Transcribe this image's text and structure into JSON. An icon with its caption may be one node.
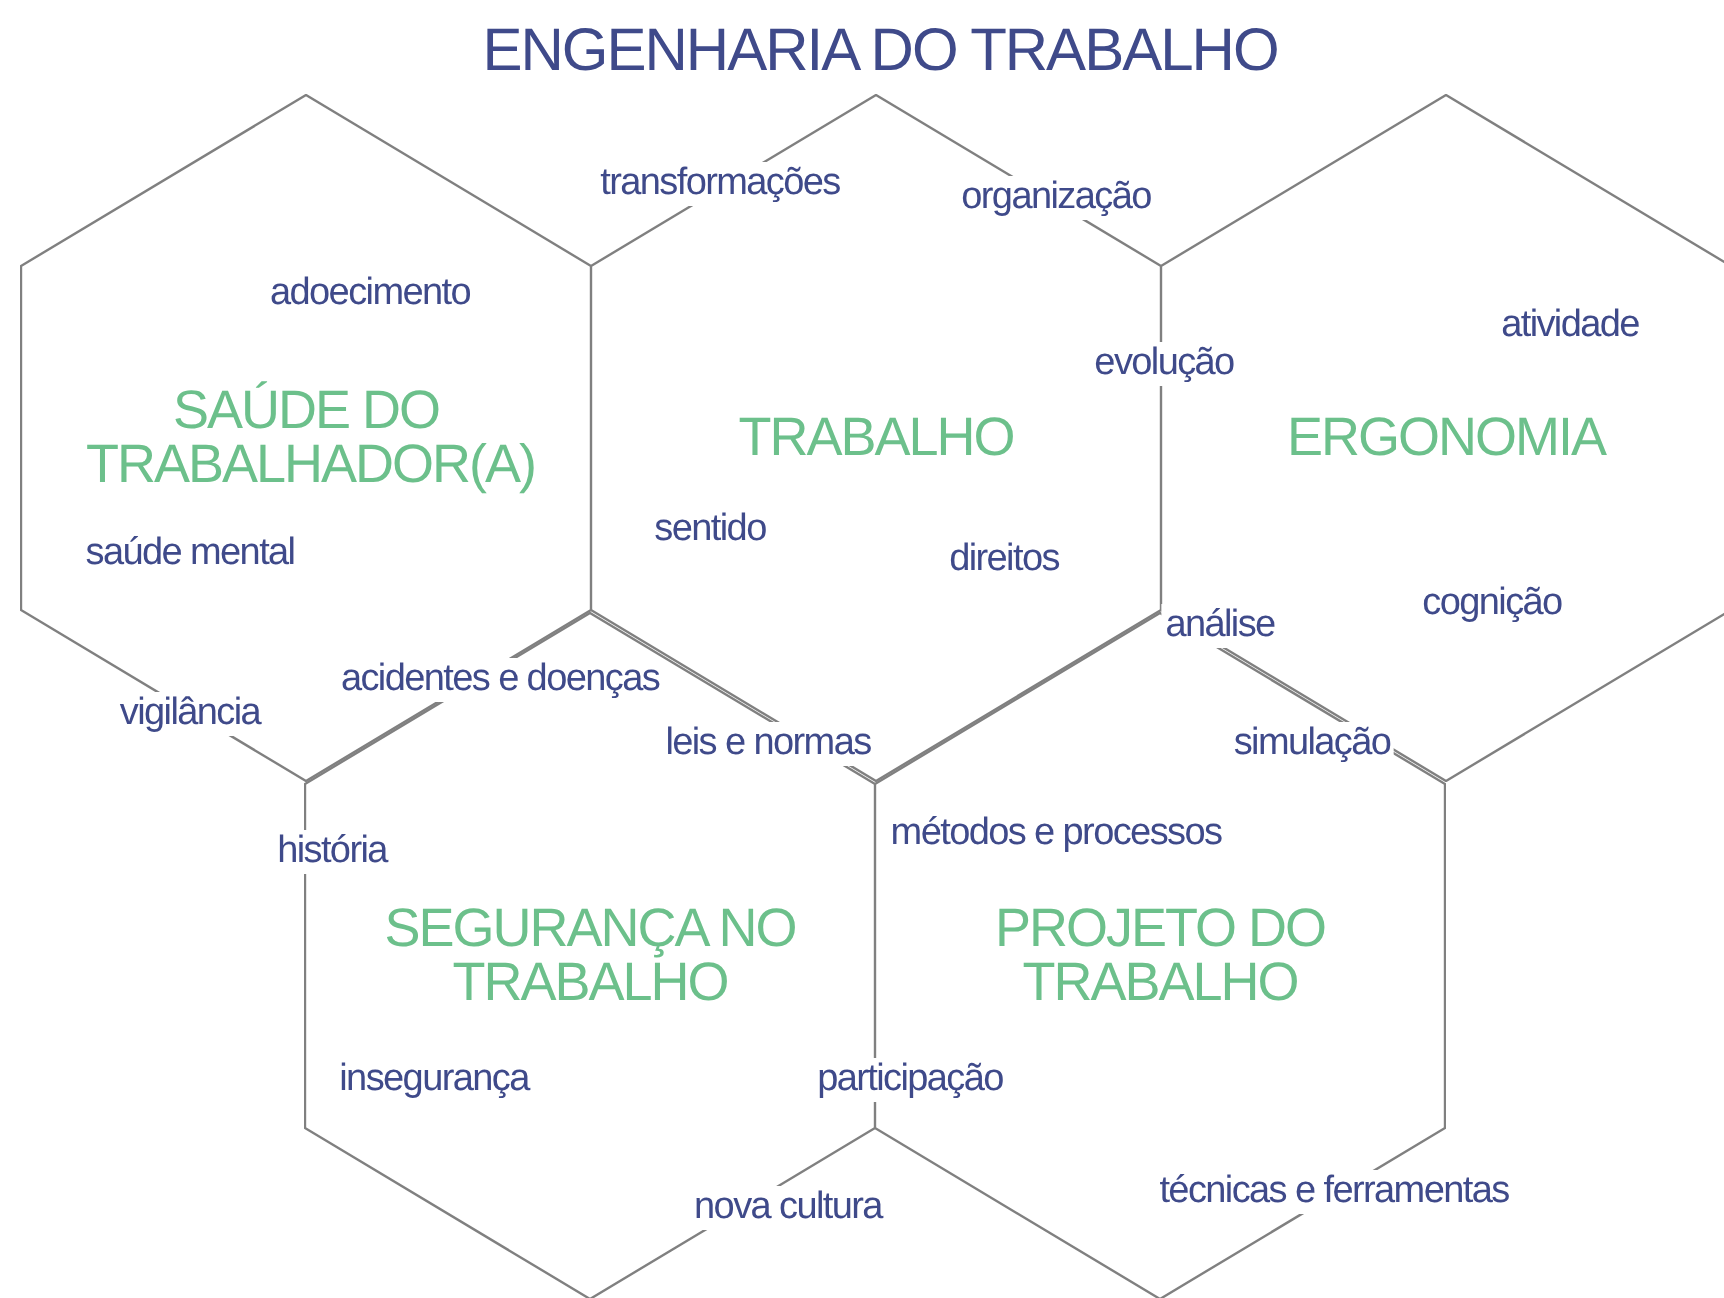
{
  "diagram": {
    "title": "ENGENHARIA DO TRABALHO",
    "nodes": [
      {
        "text": [
          "SAÚDE DO TRABALHADOR(A)"
        ]
      },
      {
        "text": [
          "TRABALHO"
        ]
      },
      {
        "text": [
          "ERGONOMIA"
        ]
      },
      {
        "text": [
          "SEGURANÇA NO TRABALHO"
        ]
      },
      {
        "text": [
          "PROJETO DO TRABALHO"
        ]
      }
    ],
    "labels": [
      "transformações",
      "organização",
      "adoecimento",
      "atividade",
      "evolução",
      "sentido",
      "saúde mental",
      "direitos",
      "cognição",
      "análise",
      "acidentes e doenças",
      "vigilância",
      "leis e normas",
      "simulação",
      "história",
      "métodos e processos",
      "insegurança",
      "participação",
      "técnicas e ferramentas",
      "nova cultura"
    ]
  }
}
